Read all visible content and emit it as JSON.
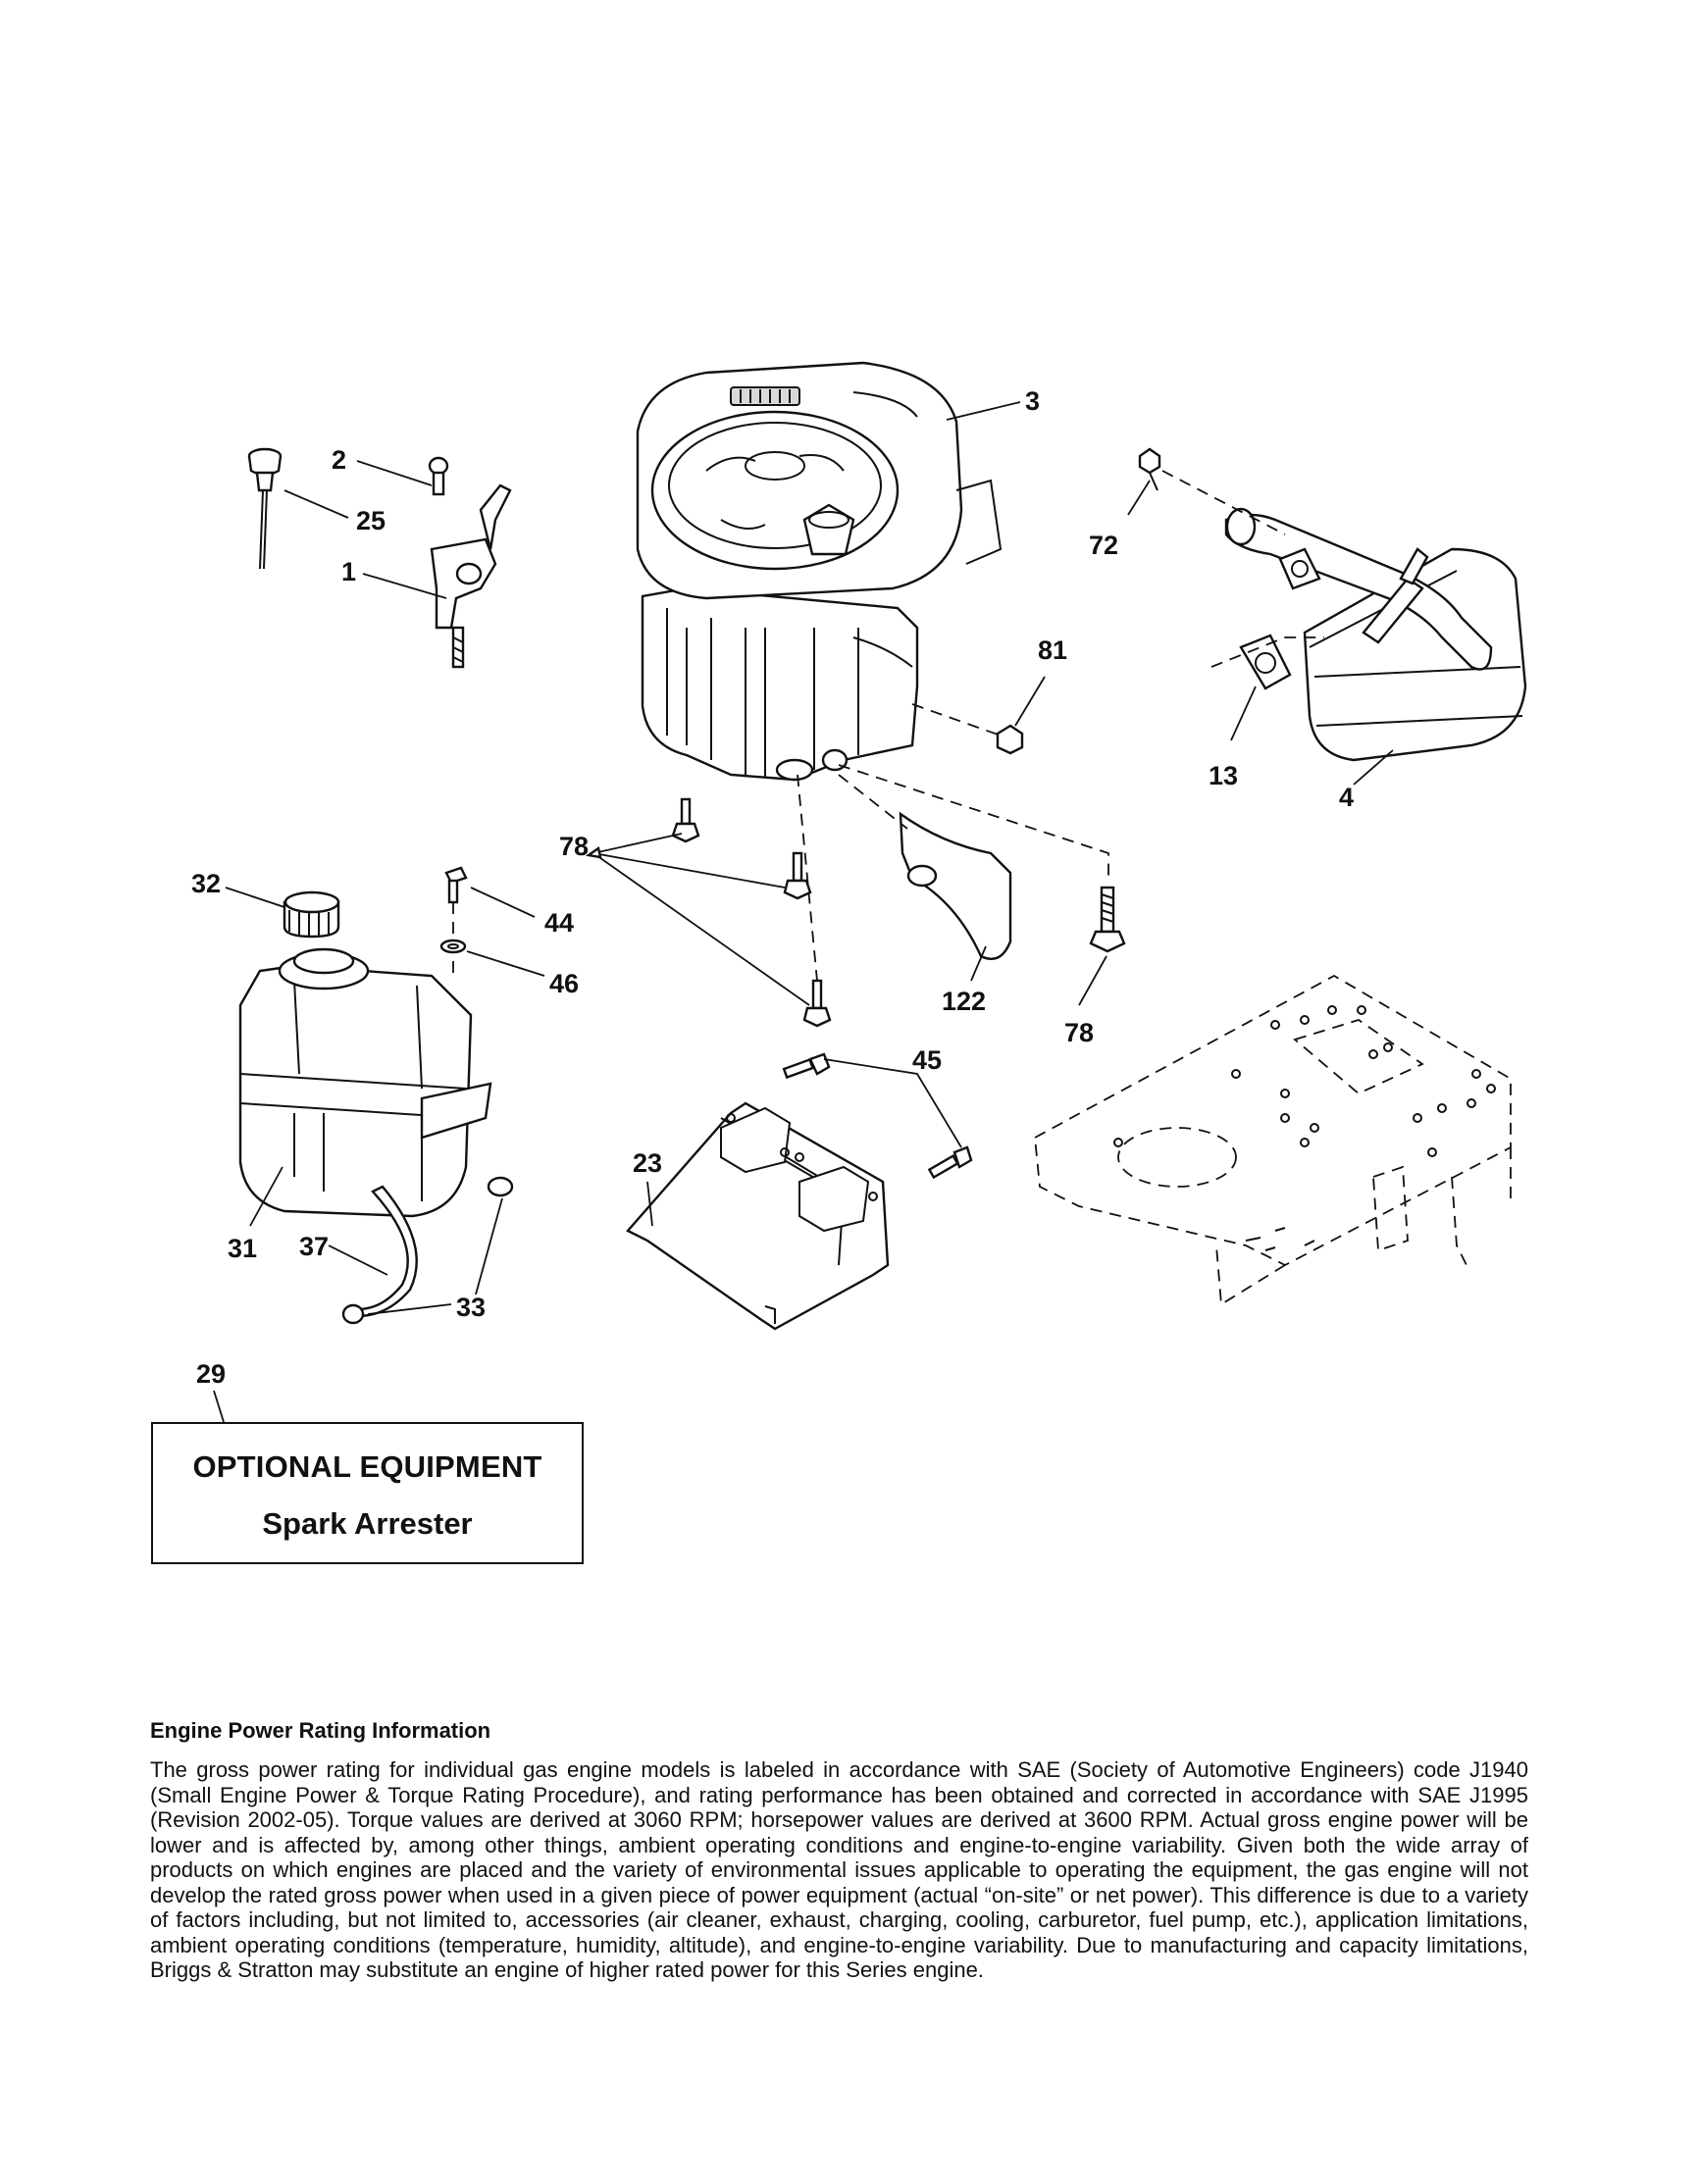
{
  "callouts": {
    "c1": "1",
    "c2": "2",
    "c3": "3",
    "c4": "4",
    "c13": "13",
    "c23": "23",
    "c25": "25",
    "c29": "29",
    "c31": "31",
    "c32": "32",
    "c33": "33",
    "c37": "37",
    "c44": "44",
    "c45": "45",
    "c46": "46",
    "c72": "72",
    "c78a": "78",
    "c78b": "78",
    "c81": "81",
    "c122": "122"
  },
  "optional": {
    "title": "OPTIONAL EQUIPMENT",
    "item": "Spark Arrester"
  },
  "rating": {
    "heading": "Engine Power Rating Information",
    "body": "The gross power rating for individual gas engine models is labeled in accordance with SAE (Society of Automotive Engineers) code J1940 (Small Engine Power & Torque Rating Procedure), and rating performance has been obtained and corrected in accordance with SAE J1995 (Revision 2002-05). Torque values are derived at 3060 RPM; horsepower values are derived at 3600 RPM. Actual gross engine power will be lower and is affected by, among other things, ambient operating conditions and engine-to-engine variability. Given both the wide array of products on which engines are placed and the variety of environmental issues applicable to operating the equipment, the gas engine will not develop the rated gross power when used in a given piece of power equipment (actual “on-site” or net power). This difference is due to a variety of factors including, but not limited to, accessories (air cleaner, exhaust, charging, cooling, carburetor, fuel pump, etc.), application limitations, ambient operating conditions (temperature, humidity, altitude), and engine-to-engine variability. Due to manufacturing and capacity limitations, Briggs & Stratton may substitute an engine of higher rated power for this Series engine."
  }
}
